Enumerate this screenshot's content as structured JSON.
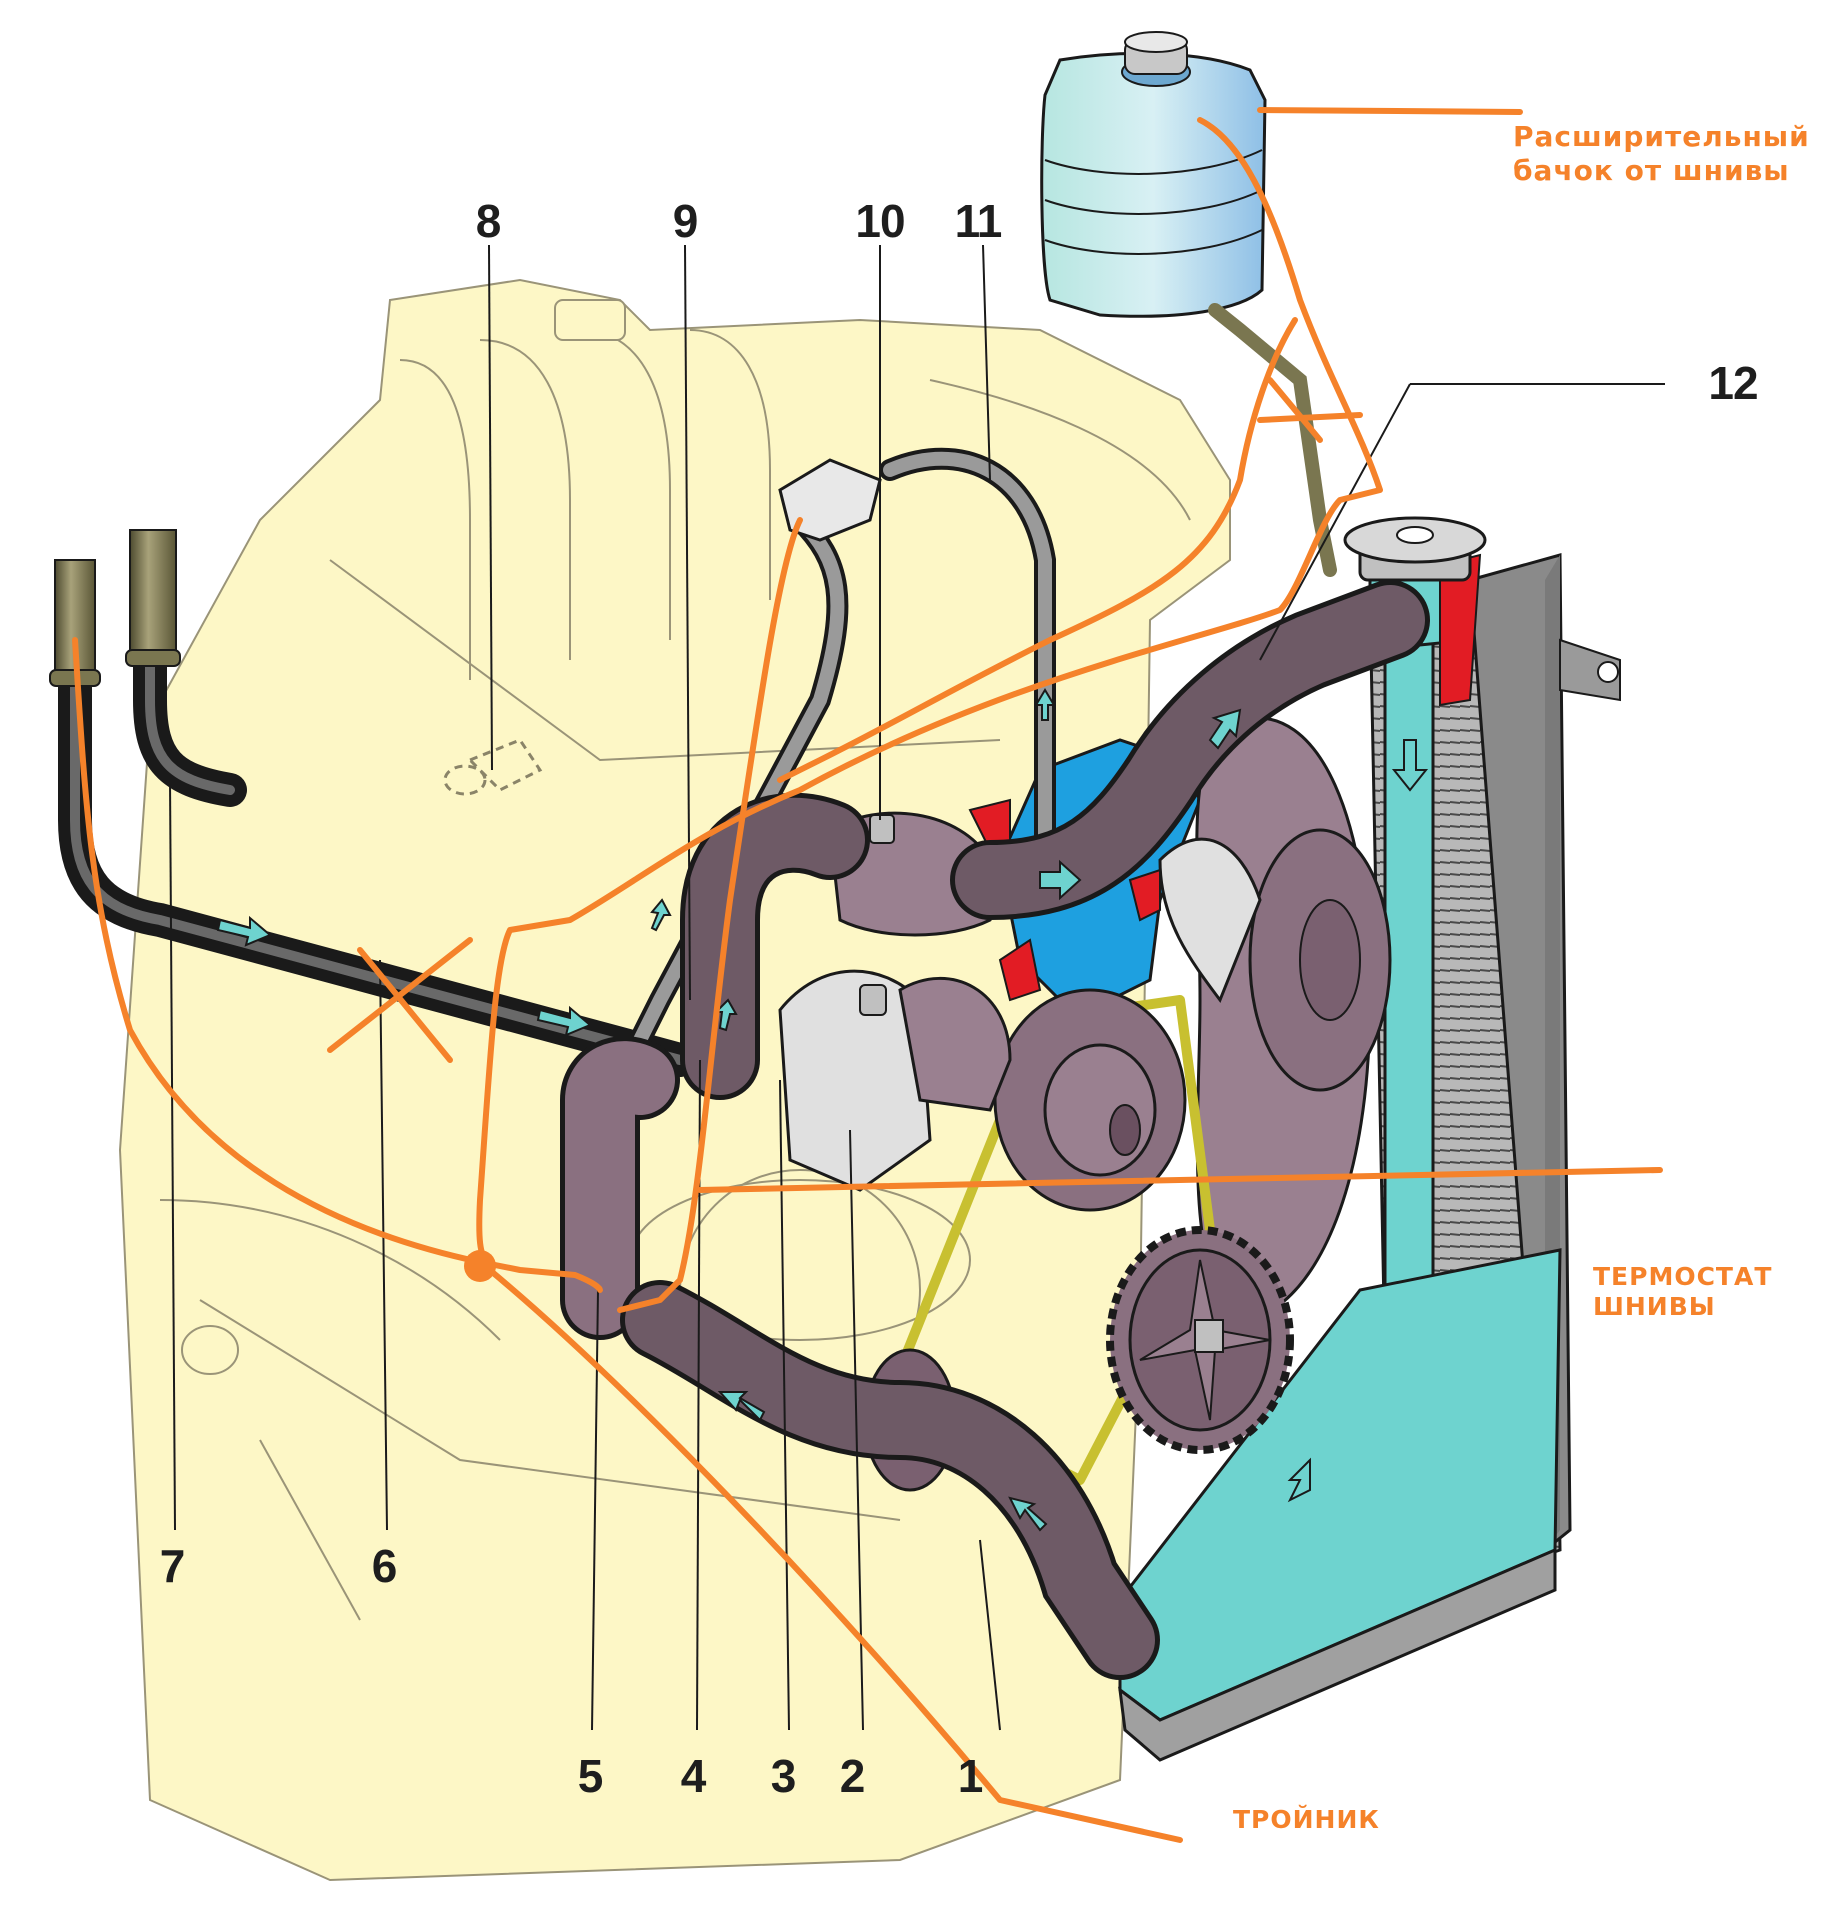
{
  "diagram": {
    "title": "",
    "colors": {
      "engine_fill": "#fdf7c6",
      "engine_stroke": "#8a8468",
      "hose_fill": "#6e5a66",
      "hose_dark": "#4a3a44",
      "coolant": "#6ed3cf",
      "coolant_blue": "#1ea0e0",
      "red_marker": "#e21c24",
      "steel_pipe": "#8c8c8c",
      "rubber_cap": "#6d6a48",
      "radiator_fill": "#9a9a9a",
      "tank_fill": "#a8d4f0",
      "belt": "#c8c030",
      "annotation": "#f5822a",
      "callout_text": "#1e1e1e"
    },
    "callouts": [
      {
        "id": "1",
        "label": "1"
      },
      {
        "id": "2",
        "label": "2"
      },
      {
        "id": "3",
        "label": "3"
      },
      {
        "id": "4",
        "label": "4"
      },
      {
        "id": "5",
        "label": "5"
      },
      {
        "id": "6",
        "label": "6"
      },
      {
        "id": "7",
        "label": "7"
      },
      {
        "id": "8",
        "label": "8"
      },
      {
        "id": "9",
        "label": "9"
      },
      {
        "id": "10",
        "label": "10"
      },
      {
        "id": "11",
        "label": "11"
      },
      {
        "id": "12",
        "label": "12"
      }
    ],
    "annotations": {
      "expansion_tank": {
        "line1": "Расширительный",
        "line2": "бачок от шнивы"
      },
      "thermostat": {
        "line1": "ТЕРМОСТАТ",
        "line2": "ШНИВЫ"
      },
      "tee": {
        "line1": "ТРОЙНИК"
      }
    },
    "components": [
      "engine-block",
      "expansion-tank",
      "radiator",
      "radiator-cap",
      "cooling-fan",
      "water-pump",
      "thermostat",
      "inlet-hose",
      "outlet-hose",
      "heater-pipe",
      "bypass-hose",
      "drive-belt",
      "crankshaft-pulley",
      "camshaft-gear"
    ]
  }
}
